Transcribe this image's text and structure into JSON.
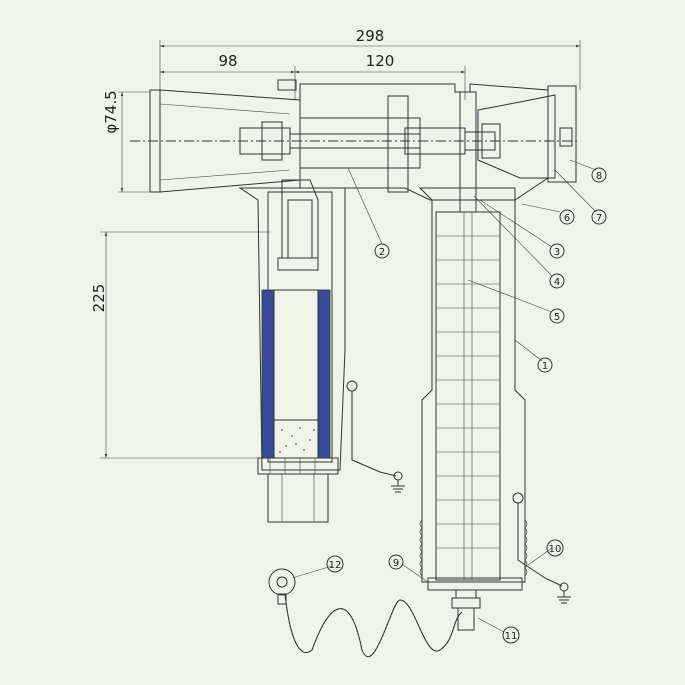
{
  "dimensions": {
    "overall_width": "298",
    "left_width": "98",
    "right_width": "120",
    "bushing_diameter": "φ74.5",
    "height": "225"
  },
  "callouts": [
    "1",
    "2",
    "3",
    "4",
    "5",
    "6",
    "7",
    "8",
    "9",
    "10",
    "11",
    "12"
  ],
  "colors": {
    "background": "#eef4e8",
    "line": "#333333",
    "stress_cone": "#3a4a9a",
    "rubber_hatch": "#c8c8c8"
  },
  "icons": [
    "ground-symbol-icon"
  ]
}
